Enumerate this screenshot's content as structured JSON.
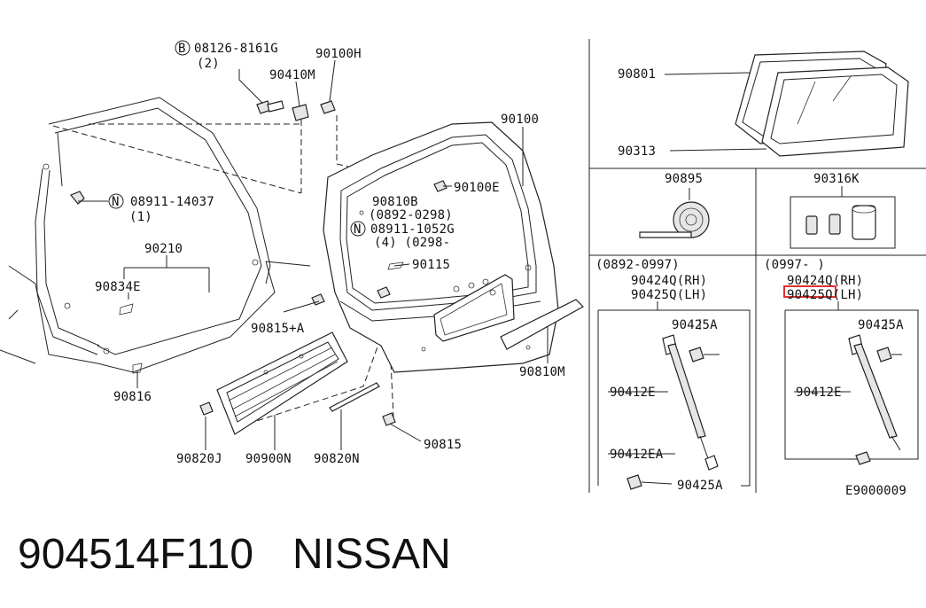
{
  "diagram": {
    "labels": {
      "bolt_b": "08126-8161G",
      "bolt_b_qty": "(2)",
      "nut_90100H": "90100H",
      "hinge_90410M": "90410M",
      "door_90100": "90100",
      "nut_n1": "08911-14037",
      "nut_n1_qty": "(1)",
      "grommet_90100E": "90100E",
      "mark_90810B": "90810B",
      "date_90810B": "(0892-0298)",
      "nut_n2": "08911-1052G",
      "nut_n2_qty": "(4) (0298-",
      "seal_90210": "90210",
      "trim_90834E": "90834E",
      "clip_90115": "90115",
      "clip_90815A": "90815+A",
      "clip_90816": "90816",
      "moulding_90810M": "90810M",
      "clip_90815": "90815",
      "clip_90820J": "90820J",
      "panel_90900N": "90900N",
      "strip_90820N": "90820N",
      "glass_90801": "90801",
      "glass_90313": "90313",
      "tape_90895": "90895",
      "kit_90316K": "90316K",
      "range_left": "(0892-0997)",
      "range_right": "(0997-        )",
      "strut_rh_left": "90424Q(RH)",
      "strut_lh_left": "90425Q(LH)",
      "strut_rh_right": "90424Q(RH)",
      "strut_lh_right": "90425Q(LH)",
      "bolt_a_left": "90425A",
      "bolt_a_right": "90425A",
      "stay_left": "90412E",
      "stay_right": "90412E",
      "stay_ea": "90412EA",
      "bolt_a_bottom": "90425A",
      "figure_code": "E9000009"
    },
    "symbols": {
      "circle_b": "B",
      "circle_n": "N"
    },
    "highlight_color": "#e03030"
  },
  "caption": {
    "part_number": "904514F110",
    "brand": "NISSAN"
  }
}
